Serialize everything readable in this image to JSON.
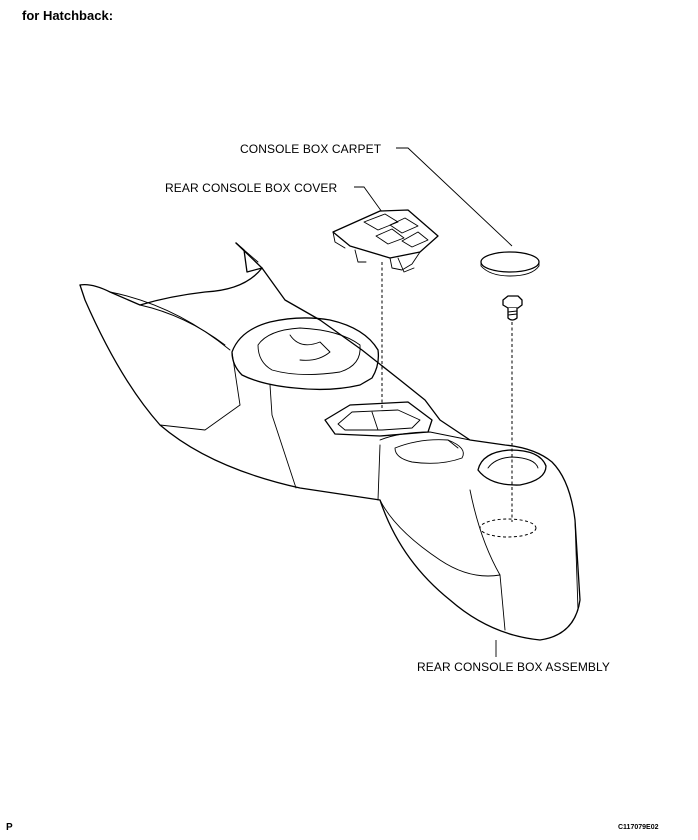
{
  "header": {
    "title": "for Hatchback:"
  },
  "labels": {
    "carpet": "CONSOLE BOX CARPET",
    "cover": "REAR CONSOLE BOX COVER",
    "assembly": "REAR CONSOLE BOX ASSEMBLY"
  },
  "footer": {
    "left": "P",
    "code": "C117079E02"
  }
}
